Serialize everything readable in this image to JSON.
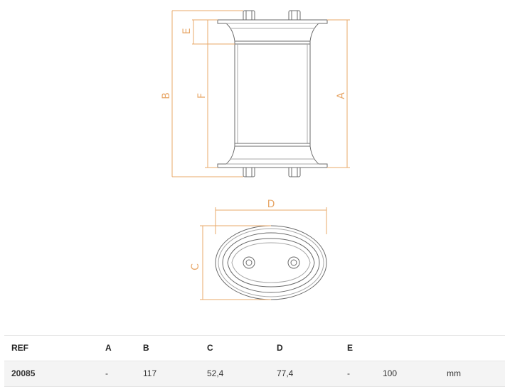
{
  "drawing": {
    "dimension_labels": {
      "A": "A",
      "B": "B",
      "C": "C",
      "D": "D",
      "E": "E",
      "F": "F"
    },
    "colors": {
      "dimension_lines": "#e8a86a",
      "part_outline": "#6b6b6b"
    }
  },
  "table": {
    "headers": [
      "REF",
      "A",
      "B",
      "C",
      "D",
      "E"
    ],
    "row": [
      "20085",
      "-",
      "117",
      "52,4",
      "77,4",
      "-",
      "100",
      "mm"
    ]
  }
}
